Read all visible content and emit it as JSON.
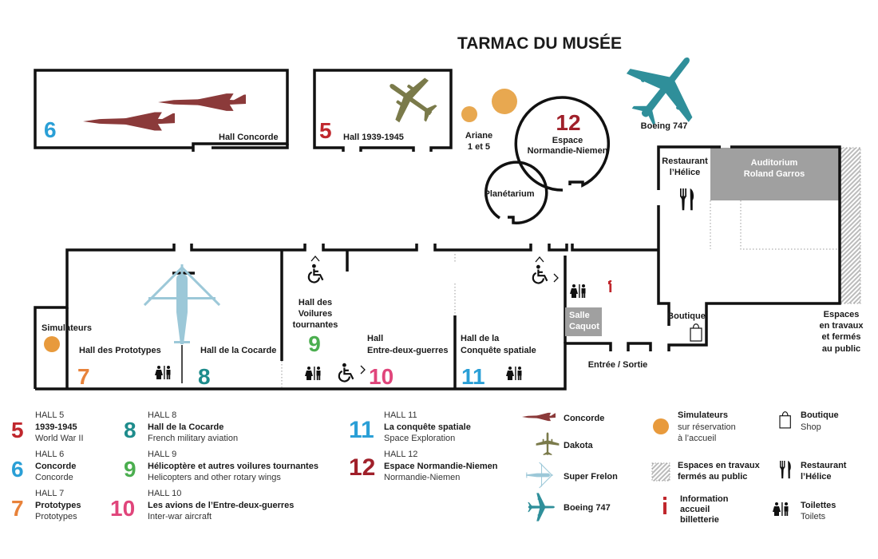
{
  "title": "TARMAC DU MUSÉE",
  "colors": {
    "concorde": "#8B3A3A",
    "dakota": "#7A7A4A",
    "frelon": "#9CC8D8",
    "boeing": "#2F8F9A",
    "orange": "#E89A3C",
    "ariane": "#E8A850",
    "red": "#C0272D",
    "blue": "#2A9FD6",
    "green": "#4BAE4F",
    "teal": "#1E8C8C",
    "pink": "#E0457B",
    "hallorange": "#E8823A",
    "grey": "#A0A0A0"
  },
  "map": {
    "hall6_num": "6",
    "hall6_label": "Hall Concorde",
    "hall5_num": "5",
    "hall5_label": "Hall 1939-1945",
    "ariane_l1": "Ariane",
    "ariane_l2": "1 et 5",
    "hall12_num": "12",
    "hall12_l1": "Espace",
    "hall12_l2": "Normandie-Niemen",
    "planetarium": "Planétarium",
    "boeing": "Boeing 747",
    "restaurant_l1": "Restaurant",
    "restaurant_l2": "l’Hélice",
    "auditorium_l1": "Auditorium",
    "auditorium_l2": "Roland Garros",
    "simulateurs": "Simulateurs",
    "hall7_num": "7",
    "hall7_label": "Hall des Prototypes",
    "hall8_num": "8",
    "hall8_label": "Hall de la Cocarde",
    "hall9_num": "9",
    "hall9_l1": "Hall des",
    "hall9_l2": "Voilures",
    "hall9_l3": "tournantes",
    "hall10_num": "10",
    "hall10_l1": "Hall",
    "hall10_l2": "Entre-deux-guerres",
    "hall11_num": "11",
    "hall11_l1": "Hall de la",
    "hall11_l2": "Conquête spatiale",
    "salle_l1": "Salle",
    "salle_l2": "Caquot",
    "entree": "Entrée / Sortie",
    "boutique": "Boutique",
    "info_letter": "i",
    "travaux_l1": "Espaces",
    "travaux_l2": "en travaux",
    "travaux_l3": "et fermés",
    "travaux_l4": "au public"
  },
  "legend": {
    "halls": [
      {
        "num": "5",
        "hall": "HALL 5",
        "name": "1939-1945",
        "en": "World War II"
      },
      {
        "num": "6",
        "hall": "HALL 6",
        "name": "Concorde",
        "en": "Concorde"
      },
      {
        "num": "7",
        "hall": "HALL 7",
        "name": "Prototypes",
        "en": "Prototypes"
      },
      {
        "num": "8",
        "hall": "HALL 8",
        "name": "Hall de la Cocarde",
        "en": "French military aviation"
      },
      {
        "num": "9",
        "hall": "HALL 9",
        "name": "Hélicoptère et autres voilures tournantes",
        "en": "Helicopters and other rotary wings"
      },
      {
        "num": "10",
        "hall": "HALL 10",
        "name": "Les avions de l’Entre-deux-guerres",
        "en": "Inter-war aircraft"
      },
      {
        "num": "11",
        "hall": "HALL 11",
        "name": "La conquête spatiale",
        "en": "Space Exploration"
      },
      {
        "num": "12",
        "hall": "HALL 12",
        "name": "Espace Normandie-Niemen",
        "en": "Normandie-Niemen"
      }
    ],
    "aircraft": [
      {
        "label": "Concorde",
        "icon": "concorde-icon"
      },
      {
        "label": "Dakota",
        "icon": "dakota-icon"
      },
      {
        "label": "Super Frelon",
        "icon": "helicopter-icon"
      },
      {
        "label": "Boeing 747",
        "icon": "boeing-icon"
      }
    ],
    "services": {
      "sim_title": "Simulateurs",
      "sim_l1": "sur réservation",
      "sim_l2": "à l’accueil",
      "travaux_l1": "Espaces en travaux",
      "travaux_l2": "fermés au public",
      "info_l1": "Information",
      "info_l2": "accueil",
      "info_l3": "billetterie",
      "boutique_fr": "Boutique",
      "boutique_en": "Shop",
      "resto_l1": "Restaurant",
      "resto_l2": "l’Hélice",
      "toilets_fr": "Toilettes",
      "toilets_en": "Toilets"
    }
  }
}
